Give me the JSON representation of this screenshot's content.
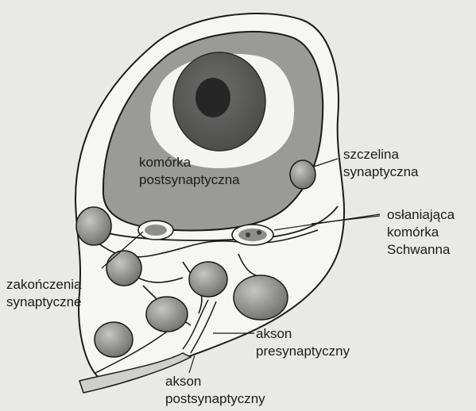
{
  "colors": {
    "paper": "#e9e9e7",
    "cell_fill": "#9a9a98",
    "nucleus": "#5a5a58",
    "nucleolus": "#2c2c2c",
    "outline": "#1a1a1a",
    "schwann_fill": "#f6f6f4",
    "terminal_fill": "#8d8d8b"
  },
  "labels": {
    "postsynaptic_cell": [
      "komórka",
      "postsynaptyczna"
    ],
    "synaptic_cleft": [
      "szczelina",
      "synaptyczna"
    ],
    "schwann_cell": [
      "osłaniająca",
      "komórka",
      "Schwanna"
    ],
    "synaptic_terminals": [
      "zakończenia",
      "synaptyczne"
    ],
    "presynaptic_axon": [
      "akson",
      "presynaptyczny"
    ],
    "postsynaptic_axon": [
      "akson",
      "postsynaptyczny"
    ]
  }
}
